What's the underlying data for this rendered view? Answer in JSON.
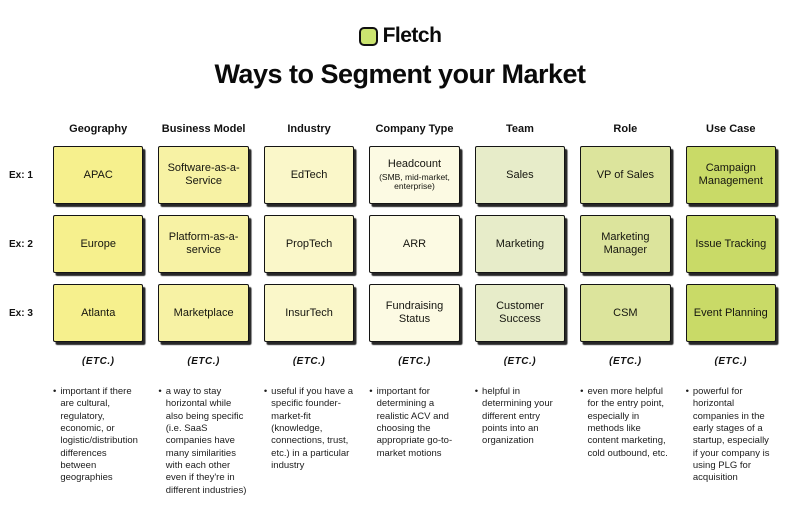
{
  "brand": {
    "name": "Fletch",
    "logo_color": "#cbe470"
  },
  "title": "Ways to Segment your Market",
  "row_labels": [
    "Ex: 1",
    "Ex: 2",
    "Ex: 3"
  ],
  "etc_label": "(ETC.)",
  "columns": [
    {
      "header": "Geography",
      "color": "#f6f08d",
      "examples": [
        {
          "label": "APAC"
        },
        {
          "label": "Europe"
        },
        {
          "label": "Atlanta"
        }
      ],
      "bullet": "important if there are cultural, regulatory, economic, or logistic/distribution differences between geographies"
    },
    {
      "header": "Business Model",
      "color": "#f7f2a4",
      "examples": [
        {
          "label": "Software-as-a-Service"
        },
        {
          "label": "Platform-as-a-service"
        },
        {
          "label": "Marketplace"
        }
      ],
      "bullet": "a way to stay horizontal while also being specific (i.e. SaaS companies have many similarities with each other even if they're in different industries)"
    },
    {
      "header": "Industry",
      "color": "#faf7c9",
      "examples": [
        {
          "label": "EdTech"
        },
        {
          "label": "PropTech"
        },
        {
          "label": "InsurTech"
        }
      ],
      "bullet": "useful if you have a specific founder-market-fit (knowledge, connections, trust, etc.) in a particular industry"
    },
    {
      "header": "Company Type",
      "color": "#fcfae3",
      "examples": [
        {
          "label": "Headcount",
          "sub": "(SMB, mid-market, enterprise)"
        },
        {
          "label": "ARR"
        },
        {
          "label": "Fundraising Status"
        }
      ],
      "bullet": "important for determining a realistic ACV and choosing the appropriate go-to-market motions"
    },
    {
      "header": "Team",
      "color": "#e7ecc9",
      "examples": [
        {
          "label": "Sales"
        },
        {
          "label": "Marketing"
        },
        {
          "label": "Customer Success"
        }
      ],
      "bullet": "helpful in determining your different entry points into an organization"
    },
    {
      "header": "Role",
      "color": "#dce49c",
      "examples": [
        {
          "label": "VP of Sales"
        },
        {
          "label": "Marketing Manager"
        },
        {
          "label": "CSM"
        }
      ],
      "bullet": "even more helpful for the entry point, especially in methods like content marketing, cold outbound, etc."
    },
    {
      "header": "Use Case",
      "color": "#c9da67",
      "examples": [
        {
          "label": "Campaign Management"
        },
        {
          "label": "Issue Tracking"
        },
        {
          "label": "Event Planning"
        }
      ],
      "bullet": "powerful for horizontal companies in the early stages of a startup, especially if your company is using PLG for acquisition"
    }
  ]
}
